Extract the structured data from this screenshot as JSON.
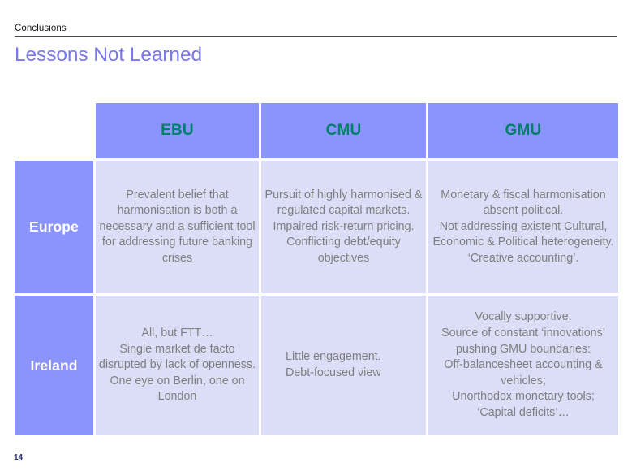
{
  "header": {
    "eyebrow": "Conclusions",
    "title": "Lessons Not Learned"
  },
  "table": {
    "columns": [
      {
        "key": "label",
        "header": ""
      },
      {
        "key": "ebu",
        "header": "EBU"
      },
      {
        "key": "cmu",
        "header": "CMU"
      },
      {
        "key": "gmu",
        "header": "GMU"
      }
    ],
    "rows": [
      {
        "label": "Europe",
        "ebu": "Prevalent belief that harmonisation is both a necessary and a sufficient tool for addressing future banking crises",
        "cmu": "Pursuit of highly harmonised & regulated capital markets.\nImpaired risk-return pricing.\nConflicting debt/equity objectives",
        "gmu": "Monetary & fiscal harmonisation absent political.\nNot addressing existent Cultural, Economic & Political heterogeneity.\n‘Creative accounting’."
      },
      {
        "label": "Ireland",
        "ebu": "All, but FTT…\nSingle market de facto disrupted by lack of openness.\nOne eye on Berlin, one on London",
        "cmu": "Little engagement.\nDebt-focused view",
        "gmu": "Vocally supportive.\nSource of constant ‘innovations’ pushing GMU boundaries:\nOff-balancesheet accounting & vehicles;\nUnorthodox monetary tools;\n‘Capital deficits’…"
      }
    ]
  },
  "footer": {
    "page_number": "14"
  },
  "colors": {
    "title": "#7b78ec",
    "header_cell_bg": "#8b93fc",
    "header_cell_text": "#00806b",
    "body_cell_bg": "#dcdef8",
    "body_cell_text": "#7f7f7f",
    "row_label_text": "#ffffff"
  }
}
